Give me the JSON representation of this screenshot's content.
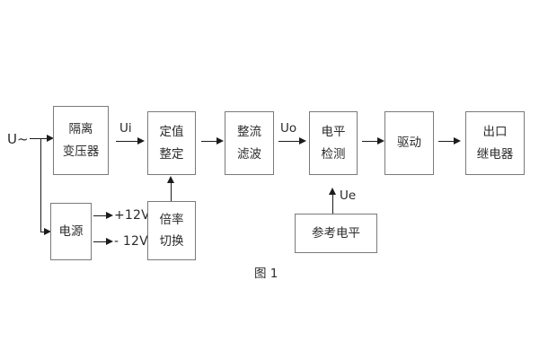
{
  "figure": {
    "caption": "图 1",
    "input_label": "U~",
    "blocks": [
      {
        "id": "isolation-transformer",
        "lines": [
          "隔离",
          "变压器"
        ]
      },
      {
        "id": "setting-value",
        "lines": [
          "定值",
          "整定"
        ]
      },
      {
        "id": "rectify-filter",
        "lines": [
          "整流",
          "滤波"
        ]
      },
      {
        "id": "level-detection",
        "lines": [
          "电平",
          "检测"
        ]
      },
      {
        "id": "drive",
        "lines": [
          "驱动"
        ]
      },
      {
        "id": "output-relay",
        "lines": [
          "出口",
          "继电器"
        ]
      },
      {
        "id": "power-supply",
        "lines": [
          "电源"
        ]
      },
      {
        "id": "multiplier-switch",
        "lines": [
          "倍率",
          "切换"
        ]
      },
      {
        "id": "reference-level",
        "lines": [
          "参考电平"
        ]
      }
    ],
    "signals": [
      {
        "id": "ui",
        "text": "Ui"
      },
      {
        "id": "uo",
        "text": "Uo"
      },
      {
        "id": "ue",
        "text": "Ue"
      }
    ],
    "rails": [
      {
        "id": "positive-12v",
        "text": "+12V"
      },
      {
        "id": "negative-12v",
        "text": "- 12V"
      }
    ],
    "colors": {
      "box_border": "#7a7a7a",
      "wire": "#1c1c1c",
      "text": "#2b2b2b",
      "background": "#ffffff"
    }
  }
}
